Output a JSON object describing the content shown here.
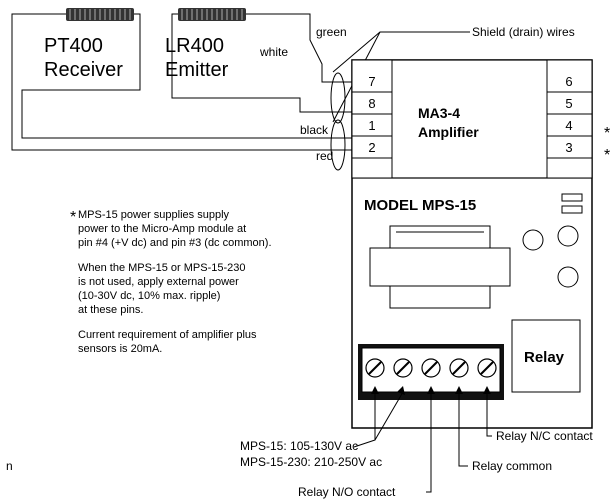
{
  "sensors": {
    "receiver_model": "PT400",
    "receiver_label": "Receiver",
    "emitter_model": "LR400",
    "emitter_label": "Emitter"
  },
  "wires": {
    "green": "green",
    "white": "white",
    "black": "black",
    "red": "red",
    "shield": "Shield (drain) wires"
  },
  "amplifier": {
    "name_line1": "MA3-4",
    "name_line2": "Amplifier",
    "left_pins": [
      "7",
      "8",
      "1",
      "2"
    ],
    "right_pins": [
      "6",
      "5",
      "4",
      "3"
    ],
    "star_mark": "*"
  },
  "power_supply": {
    "model": "MODEL  MPS-15",
    "relay_label": "Relay"
  },
  "notes": {
    "star": "*",
    "line1": "MPS-15 power supplies supply",
    "line2": "power to the Micro-Amp module at",
    "line3": "pin #4 (+V dc) and pin #3 (dc common).",
    "line4": "When the  MPS-15 or MPS-15-230",
    "line5": "is not used, apply external power",
    "line6": "(10-30V dc, 10% max. ripple)",
    "line7": "at these pins.",
    "line8": "Current requirement of amplifier plus",
    "line9": "sensors is 20mA."
  },
  "terminal_labels": {
    "relay_nc": "Relay N/C contact",
    "relay_common": "Relay common",
    "relay_no": "Relay N/O contact",
    "supply_115": "MPS-15: 105-130V ac",
    "supply_230": "MPS-15-230: 210-250V ac"
  },
  "margin_char": "n"
}
